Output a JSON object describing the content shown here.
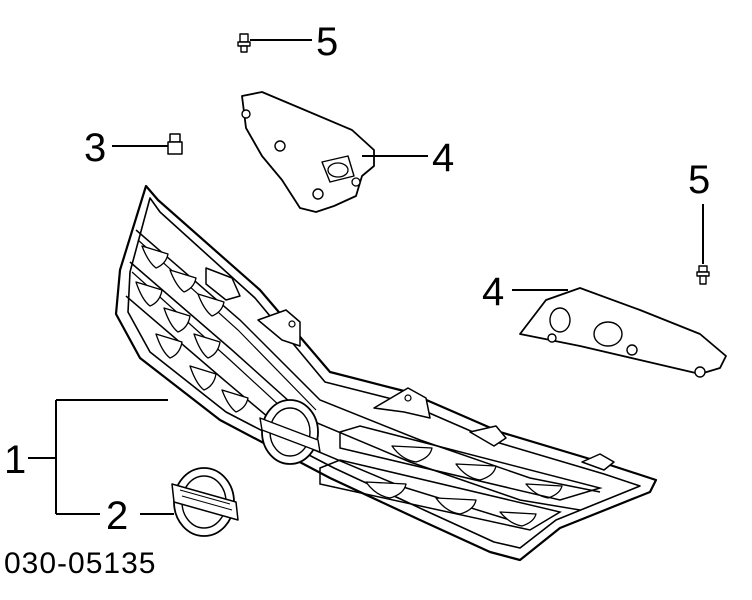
{
  "diagram": {
    "callouts": {
      "c1": "1",
      "c2": "2",
      "c3": "3",
      "c4a": "4",
      "c4b": "4",
      "c5a": "5",
      "c5b": "5"
    },
    "part_number": "030-05135"
  },
  "colors": {
    "line": "#000000",
    "background": "#ffffff"
  }
}
